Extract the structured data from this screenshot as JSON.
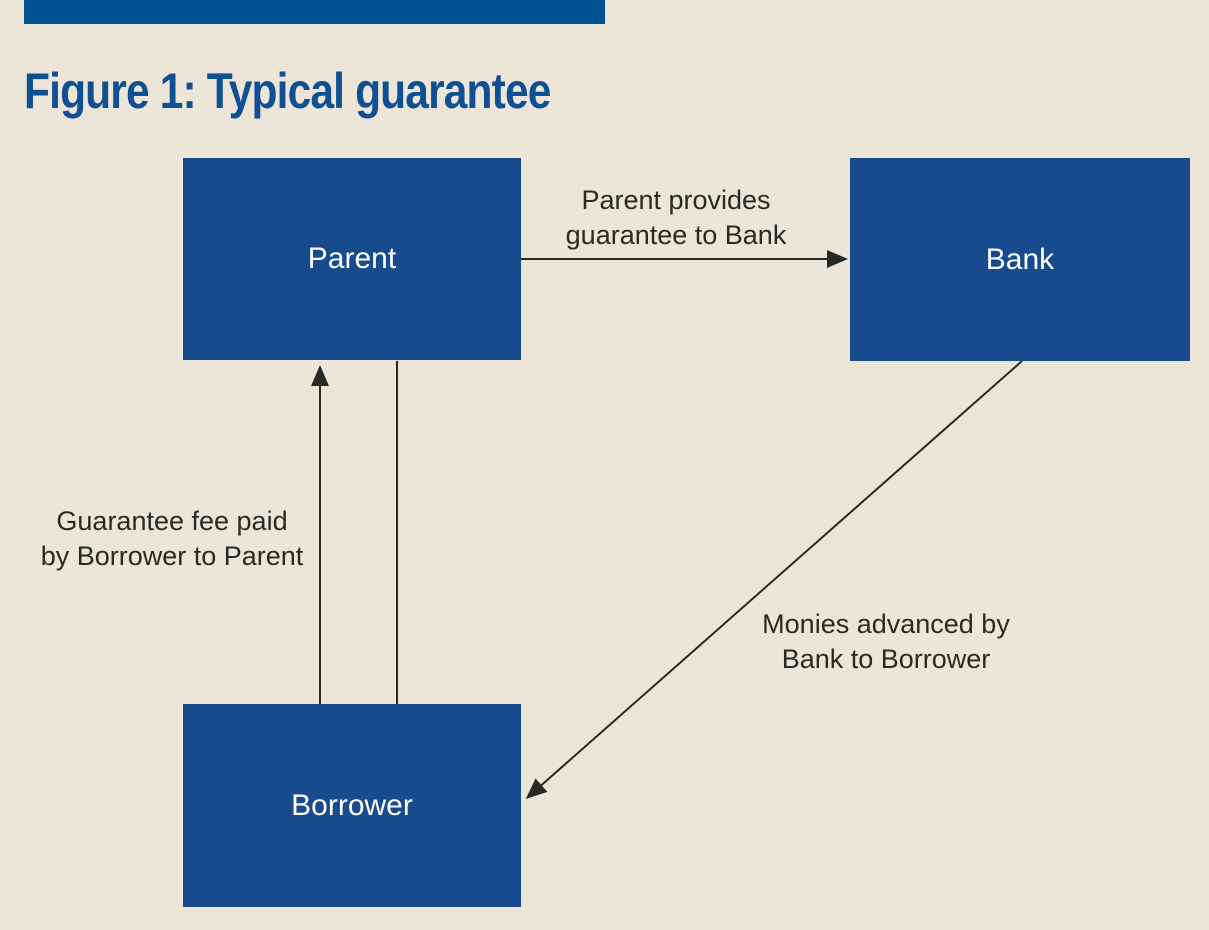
{
  "figure": {
    "title": "Figure 1: Typical guarantee"
  },
  "colors": {
    "background": "#ece5d8",
    "header_bar": "#00518f",
    "node_fill": "#174b8d",
    "node_text": "#ffffff",
    "title_text": "#0f4f94",
    "arrow_line": "#2a2824"
  },
  "nodes": {
    "parent": {
      "label": "Parent"
    },
    "bank": {
      "label": "Bank"
    },
    "borrower": {
      "label": "Borrower"
    }
  },
  "edges": {
    "parent_to_bank": {
      "from": "Parent",
      "to": "Bank",
      "arrow": "right",
      "lines": [
        "Parent provides",
        "guarantee to Bank"
      ]
    },
    "borrower_to_parent": {
      "from": "Borrower",
      "to": "Parent",
      "arrow": "up",
      "lines": [
        "Guarantee fee paid",
        "by Borrower to Parent"
      ]
    },
    "parent_borrower_link": {
      "from": "Parent",
      "to": "Borrower",
      "arrow": "none",
      "lines": []
    },
    "bank_to_borrower": {
      "from": "Bank",
      "to": "Borrower",
      "arrow": "down-left",
      "lines": [
        "Monies advanced by",
        "Bank to Borrower"
      ]
    }
  }
}
